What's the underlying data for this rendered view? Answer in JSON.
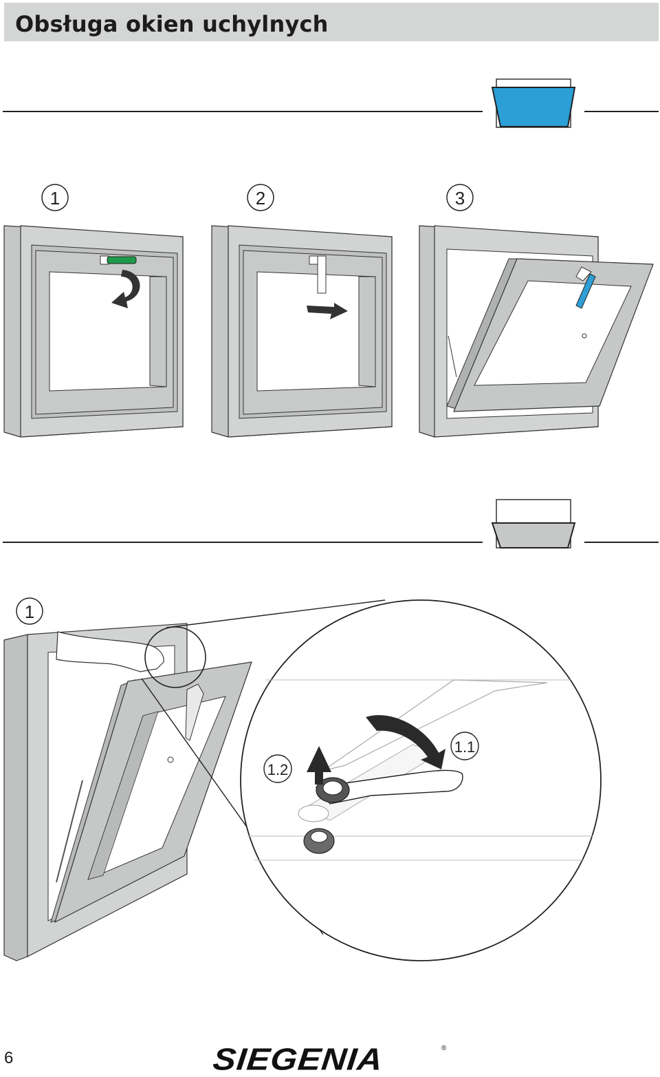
{
  "header": {
    "title": "Obsługa okien uchylnych"
  },
  "sections": [
    {
      "steps": [
        "1",
        "2",
        "3"
      ],
      "state_icon": "window-tilt-open-blue-icon"
    },
    {
      "steps": [
        "1"
      ],
      "state_icon": "window-tilt-closed-grey-icon",
      "detail_labels": {
        "lift": "1.2",
        "turn": "1.1"
      }
    }
  ],
  "colors": {
    "header_bg": "#d4d6d5",
    "frame": "#c9cbca",
    "handle_green": "#1e9a4a",
    "handle_blue": "#2f9fd6",
    "tilt_blue": "#2b9fd6"
  },
  "footer": {
    "page_number": "6",
    "brand": "SIEGENIA",
    "trademark": "®"
  }
}
